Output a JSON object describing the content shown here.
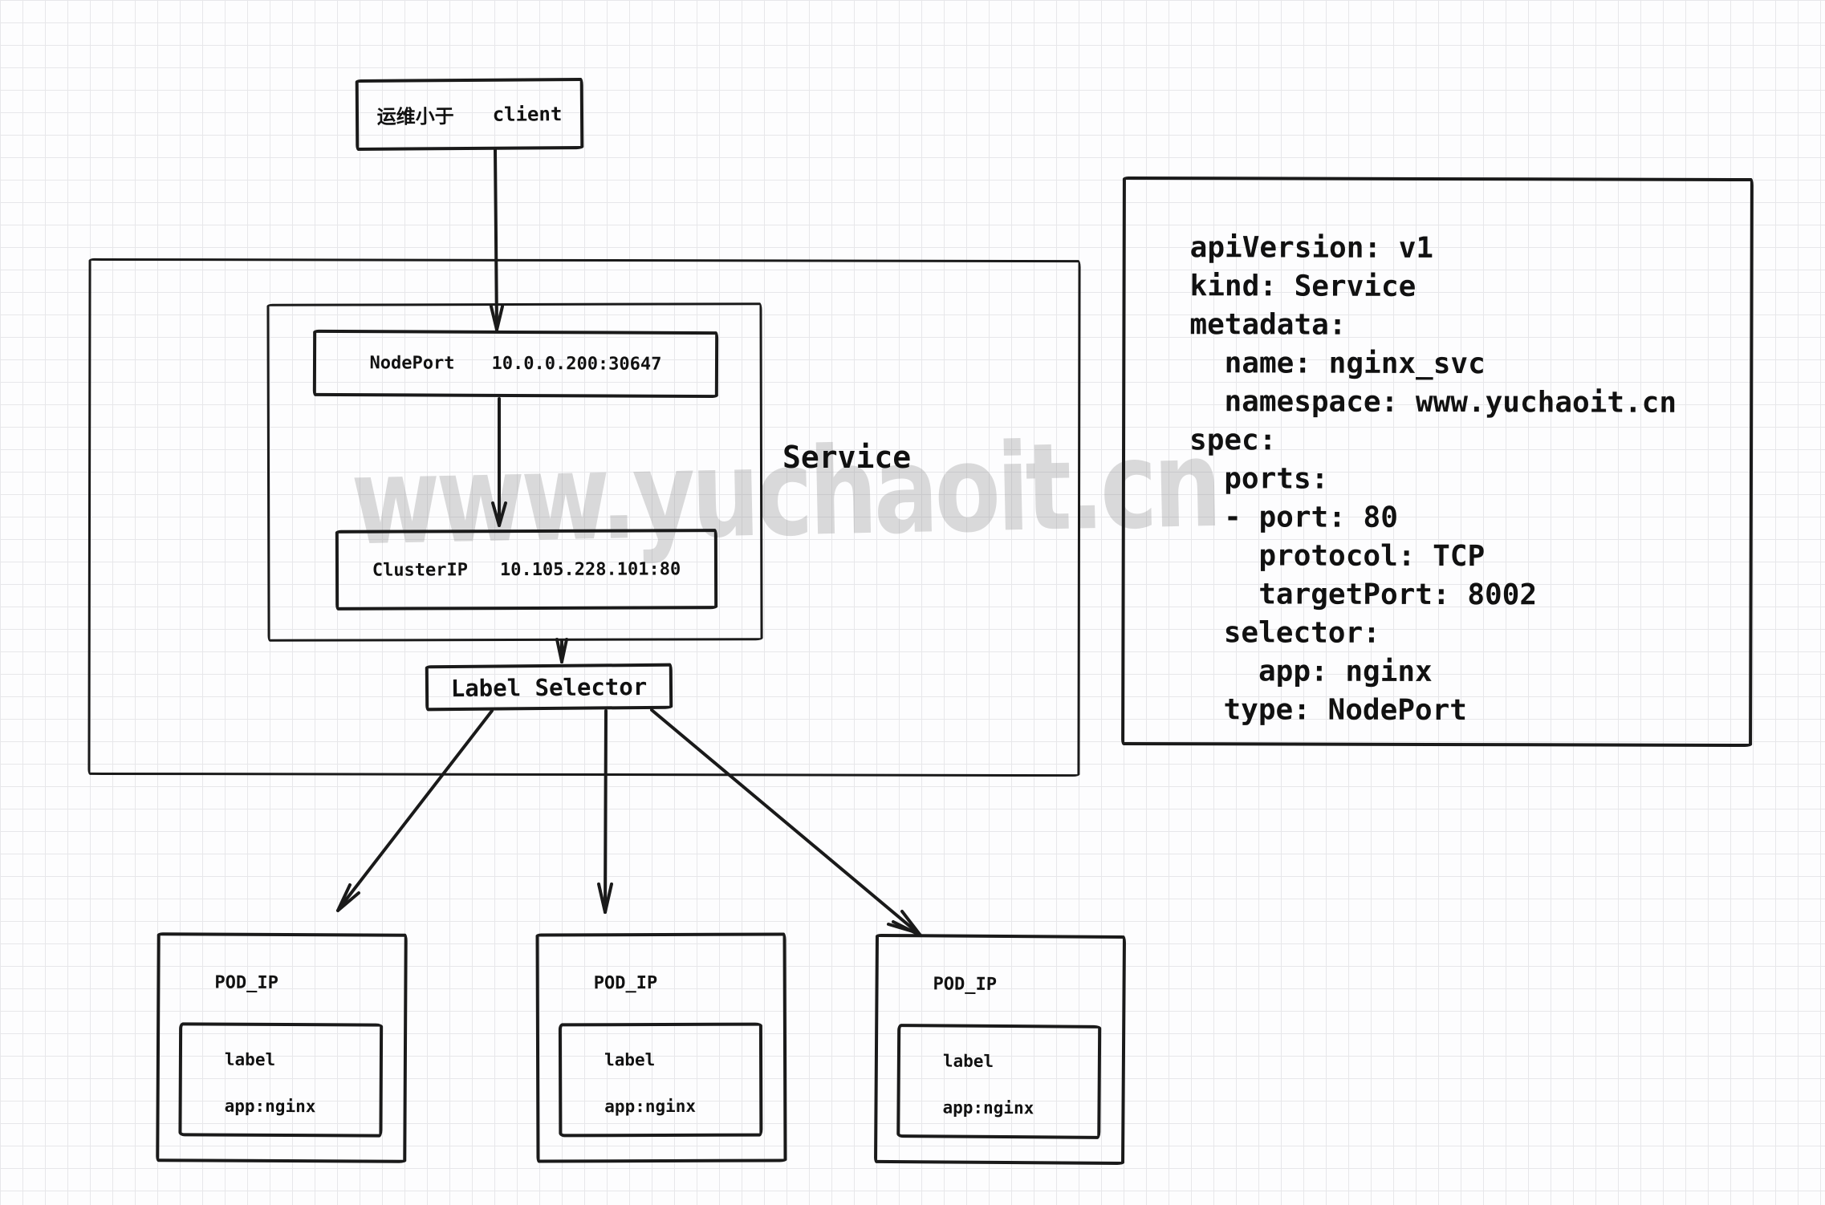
{
  "watermark": "www.yuchaoit.cn",
  "client": {
    "label_cn": "运维小于",
    "label_en": "client"
  },
  "service": {
    "label": "Service",
    "nodeport": {
      "name": "NodePort",
      "address": "10.0.0.200:30647"
    },
    "clusterip": {
      "name": "ClusterIP",
      "address": "10.105.228.101:80"
    },
    "selector_label": "Label Selector"
  },
  "pods": [
    {
      "title": "POD_IP",
      "label_heading": "label",
      "label_value": "app:nginx"
    },
    {
      "title": "POD_IP",
      "label_heading": "label",
      "label_value": "app:nginx"
    },
    {
      "title": "POD_IP",
      "label_heading": "label",
      "label_value": "app:nginx"
    }
  ],
  "yaml": {
    "text": "apiVersion: v1\nkind: Service\nmetadata:\n  name: nginx_svc\n  namespace: www.yuchaoit.cn\nspec:\n  ports:\n  - port: 80\n    protocol: TCP\n    targetPort: 8002\n  selector:\n    app: nginx\n  type: NodePort"
  },
  "colors": {
    "stroke": "#1a1a1a",
    "grid": "#e7e7ea",
    "background": "#fdfdfe",
    "watermark": "#d2d2d2"
  }
}
